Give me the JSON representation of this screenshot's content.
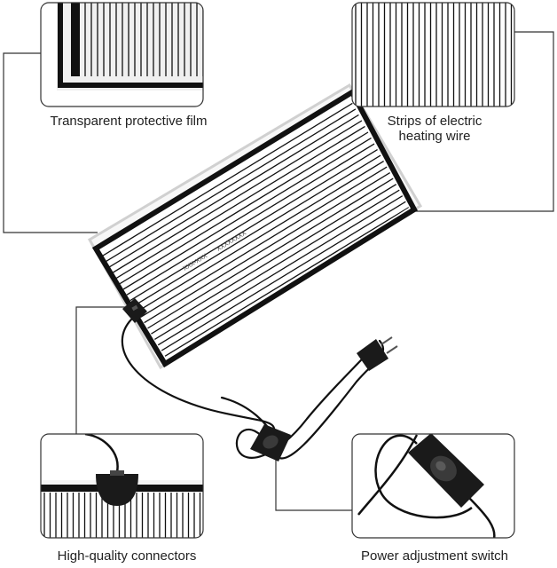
{
  "colors": {
    "background": "#ffffff",
    "ink": "#111111",
    "line": "#333333",
    "frame": "#d0d0d0",
    "pad_fill": "#f7f7f7",
    "text": "#222222"
  },
  "callouts": {
    "film": "Transparent protective film",
    "strips": {
      "line1": "Strips of electric",
      "line2": "heating wire"
    },
    "connectors": "High-quality connectors",
    "switch": "Power adjustment switch"
  },
  "pad_label": {
    "left": "XXX-XXX",
    "right": "XXXXXXXX"
  }
}
